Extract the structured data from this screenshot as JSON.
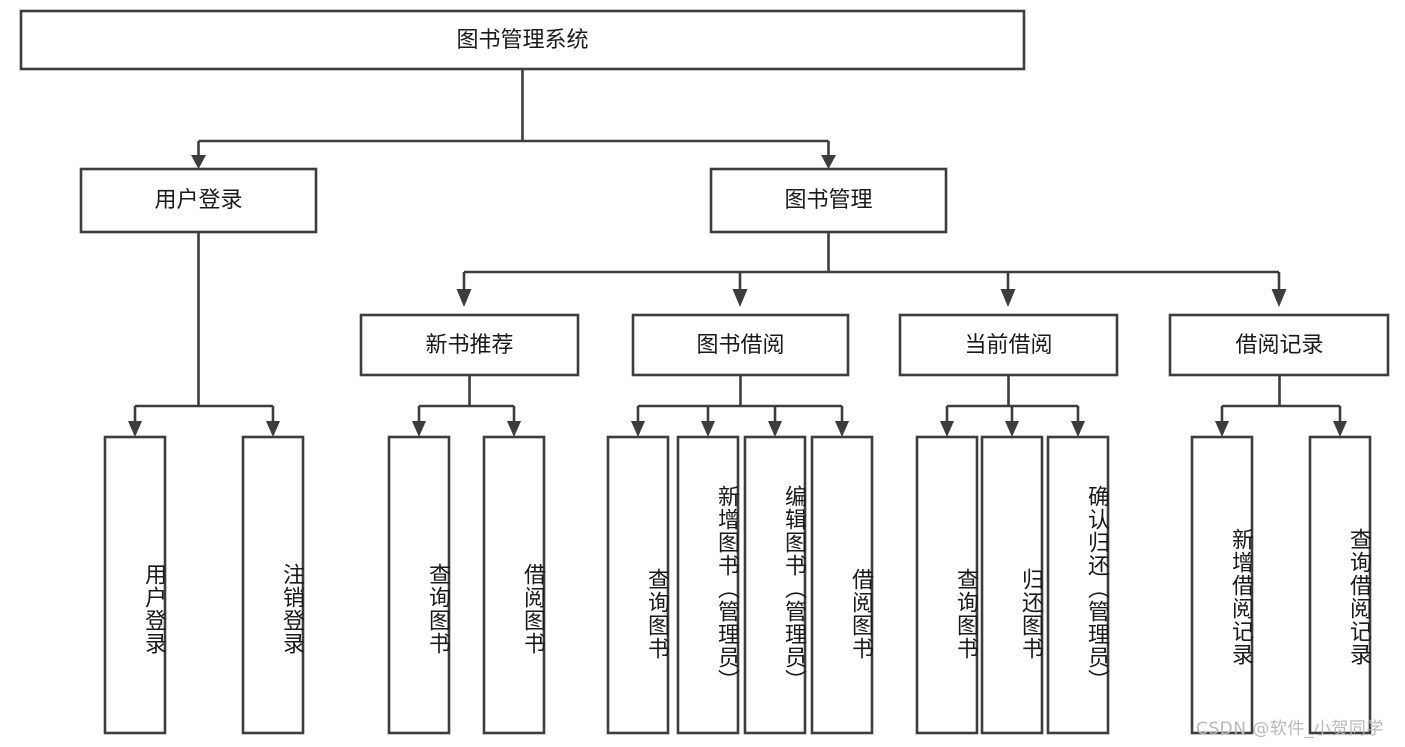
{
  "page": {
    "background_color": "#ffffff",
    "line_color": "#3d3d3d",
    "text_color": "#1a1a1a",
    "watermark": "CSDN @软件_小贺同学",
    "watermark_color": "#b9b9b9"
  },
  "chart_data": {
    "type": "diagram",
    "diagram_kind": "tree",
    "title": "图书管理系统",
    "orientation": "top-down",
    "levels": 4,
    "root": {
      "id": "root",
      "label": "图书管理系统",
      "orientation": "horizontal"
    },
    "level2": [
      {
        "id": "user-login",
        "label": "用户登录",
        "orientation": "horizontal"
      },
      {
        "id": "book-manage",
        "label": "图书管理",
        "orientation": "horizontal"
      }
    ],
    "level3": [
      {
        "id": "new-book-recommend",
        "label": "新书推荐",
        "orientation": "horizontal",
        "parent": "book-manage"
      },
      {
        "id": "book-borrow",
        "label": "图书借阅",
        "orientation": "horizontal",
        "parent": "book-manage"
      },
      {
        "id": "current-borrow",
        "label": "当前借阅",
        "orientation": "horizontal",
        "parent": "book-manage"
      },
      {
        "id": "borrow-record",
        "label": "借阅记录",
        "orientation": "horizontal",
        "parent": "book-manage"
      }
    ],
    "leaves": [
      {
        "id": "leaf-user-login",
        "label": "用户登录",
        "orientation": "vertical",
        "parent": "user-login"
      },
      {
        "id": "leaf-user-logout",
        "label": "注销登录",
        "orientation": "vertical",
        "parent": "user-login"
      },
      {
        "id": "leaf-query-book-1",
        "label": "查询图书",
        "orientation": "vertical",
        "parent": "new-book-recommend"
      },
      {
        "id": "leaf-borrow-book-1",
        "label": "借阅图书",
        "orientation": "vertical",
        "parent": "new-book-recommend"
      },
      {
        "id": "leaf-query-book-2",
        "label": "查询图书",
        "orientation": "vertical",
        "parent": "book-borrow"
      },
      {
        "id": "leaf-add-book",
        "label": "新增图书（管理员）",
        "orientation": "vertical",
        "parent": "book-borrow"
      },
      {
        "id": "leaf-edit-book",
        "label": "编辑图书（管理员）",
        "orientation": "vertical",
        "parent": "book-borrow"
      },
      {
        "id": "leaf-borrow-book-2",
        "label": "借阅图书",
        "orientation": "vertical",
        "parent": "book-borrow"
      },
      {
        "id": "leaf-query-book-3",
        "label": "查询图书",
        "orientation": "vertical",
        "parent": "current-borrow"
      },
      {
        "id": "leaf-return-book",
        "label": "归还图书",
        "orientation": "vertical",
        "parent": "current-borrow"
      },
      {
        "id": "leaf-confirm-return",
        "label": "确认归还（管理员）",
        "orientation": "vertical",
        "parent": "current-borrow"
      },
      {
        "id": "leaf-add-record",
        "label": "新增借阅记录",
        "orientation": "vertical",
        "parent": "borrow-record"
      },
      {
        "id": "leaf-query-record",
        "label": "查询借阅记录",
        "orientation": "vertical",
        "parent": "borrow-record"
      }
    ]
  }
}
